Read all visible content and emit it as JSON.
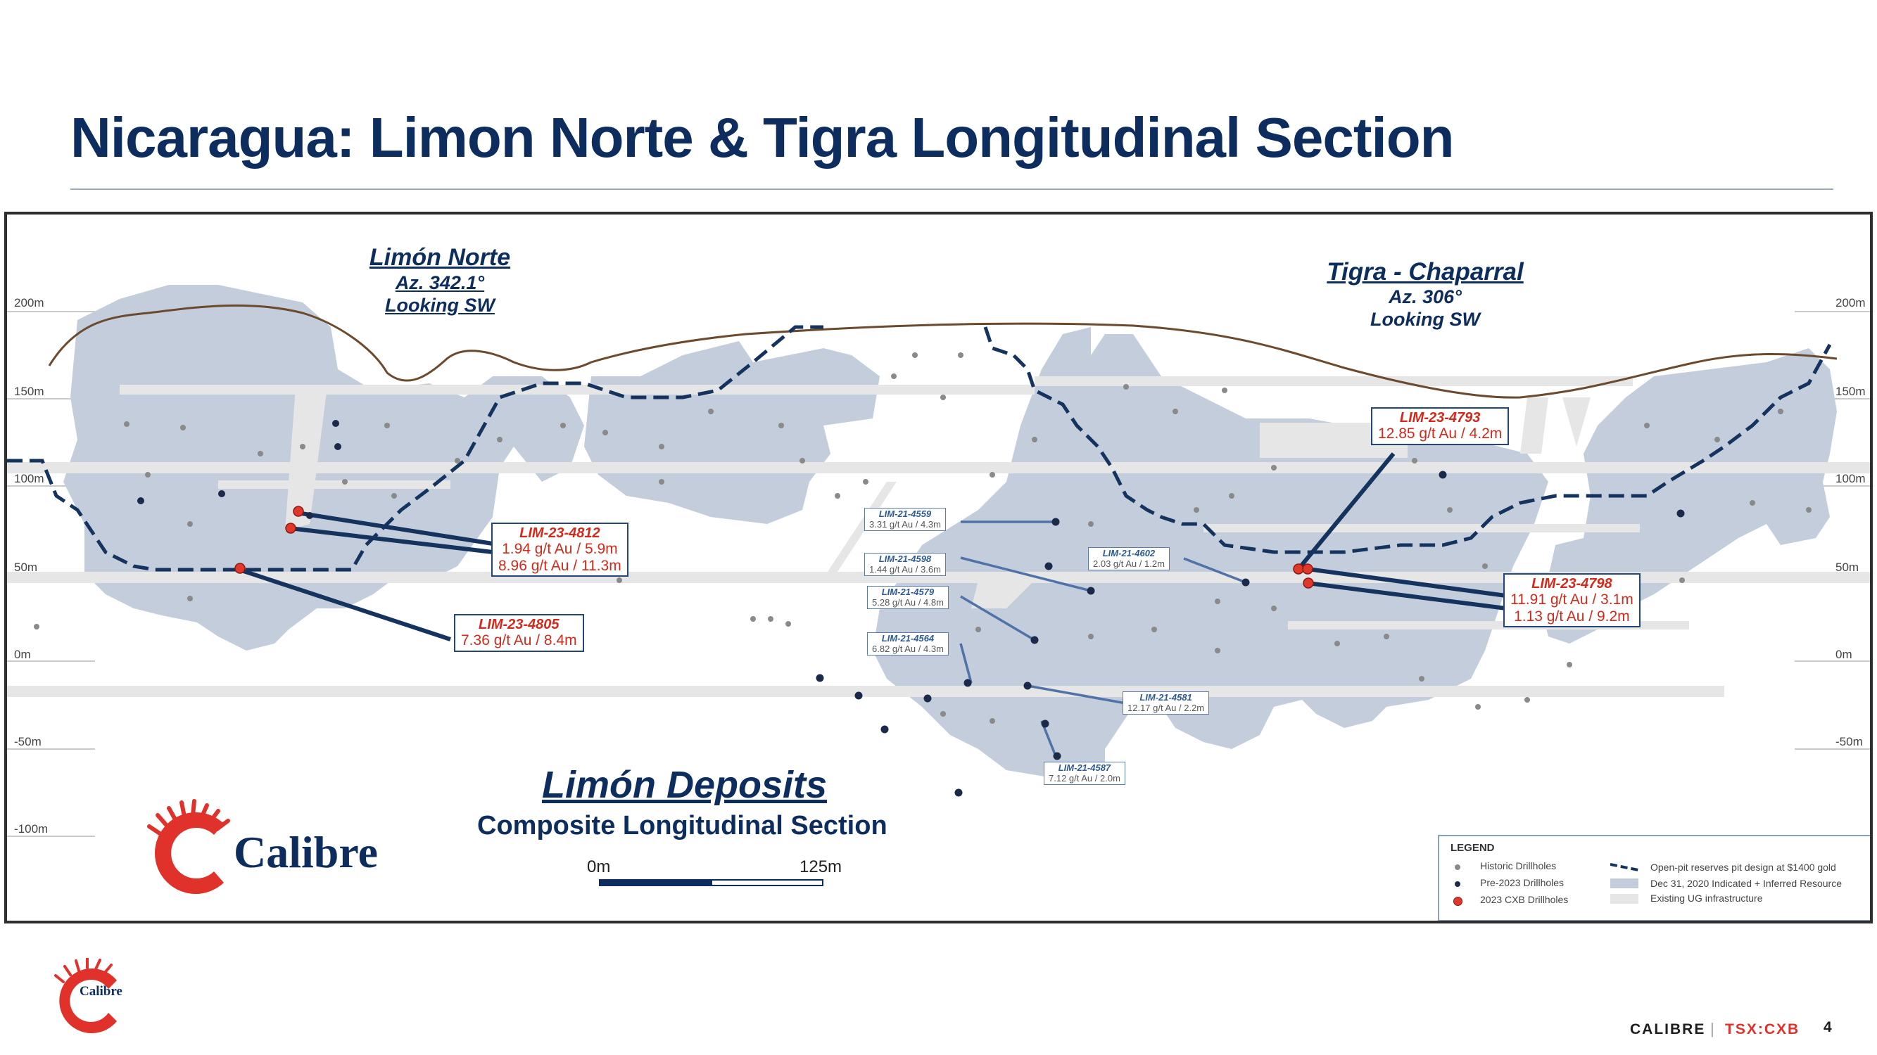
{
  "slide": {
    "title": "Nicaragua: Limon Norte & Tigra Longitudinal Section",
    "page_number": "4",
    "footer_company": "CALIBRE",
    "footer_separator": "|",
    "footer_ticker": "TSX:CXB",
    "brand_name": "Calibre"
  },
  "section": {
    "left": {
      "name": "Limón Norte",
      "azimuth": "Az. 342.1°",
      "looking": "Looking SW"
    },
    "right": {
      "name": "Tigra - Chaparral",
      "azimuth": "Az. 306°",
      "looking": "Looking SW"
    },
    "deposits_title": "Limón Deposits",
    "deposits_subtitle": "Composite Longitudinal Section",
    "scale_start": "0m",
    "scale_end": "125m"
  },
  "elevations": [
    "200m",
    "150m",
    "100m",
    "50m",
    "0m",
    "-50m",
    "-100m"
  ],
  "callouts": [
    {
      "id": "LIM-23-4812",
      "grades": [
        "1.94 g/t Au / 5.9m",
        "8.96 g/t Au / 11.3m"
      ],
      "kind": "2023"
    },
    {
      "id": "LIM-23-4805",
      "grades": [
        "7.36 g/t Au / 8.4m"
      ],
      "kind": "2023"
    },
    {
      "id": "LIM-23-4793",
      "grades": [
        "12.85 g/t Au / 4.2m"
      ],
      "kind": "2023"
    },
    {
      "id": "LIM-23-4798",
      "grades": [
        "11.91 g/t Au / 3.1m",
        "1.13 g/t Au / 9.2m"
      ],
      "kind": "2023"
    },
    {
      "id": "LIM-21-4559",
      "grades": [
        "3.31 g/t Au / 4.3m"
      ],
      "kind": "pre"
    },
    {
      "id": "LIM-21-4598",
      "grades": [
        "1.44 g/t Au / 3.6m"
      ],
      "kind": "pre"
    },
    {
      "id": "LIM-21-4579",
      "grades": [
        "5.28 g/t Au / 4.8m"
      ],
      "kind": "pre"
    },
    {
      "id": "LIM-21-4564",
      "grades": [
        "6.82 g/t Au / 4.3m"
      ],
      "kind": "pre"
    },
    {
      "id": "LIM-21-4602",
      "grades": [
        "2.03 g/t Au / 1.2m"
      ],
      "kind": "pre"
    },
    {
      "id": "LIM-21-4581",
      "grades": [
        "12.17 g/t Au / 2.2m"
      ],
      "kind": "pre"
    },
    {
      "id": "LIM-21-4587",
      "grades": [
        "7.12 g/t Au / 2.0m"
      ],
      "kind": "pre"
    }
  ],
  "legend": {
    "title": "LEGEND",
    "items": [
      {
        "label": "Historic Drillholes",
        "color": "#8a8a8a"
      },
      {
        "label": "Pre-2023 Drillholes",
        "color": "#1b2a4a"
      },
      {
        "label": "2023 CXB Drillholes",
        "color": "#e0392b"
      },
      {
        "label": "Open-pit reserves pit design at $1400 gold",
        "color": "#15335f"
      },
      {
        "label": "Dec 31, 2020 Indicated + Inferred Resource",
        "color": "#c3cddb"
      },
      {
        "label": "Existing UG infrastructure",
        "color": "#e6e6e6"
      }
    ]
  },
  "colors": {
    "title": "#0c2d5e",
    "accent_red": "#e0312a",
    "resource_fill": "#c3cddb",
    "infrastructure": "#e6e6e6",
    "pit_line": "#15335f",
    "topography": "#6b4a2e"
  }
}
